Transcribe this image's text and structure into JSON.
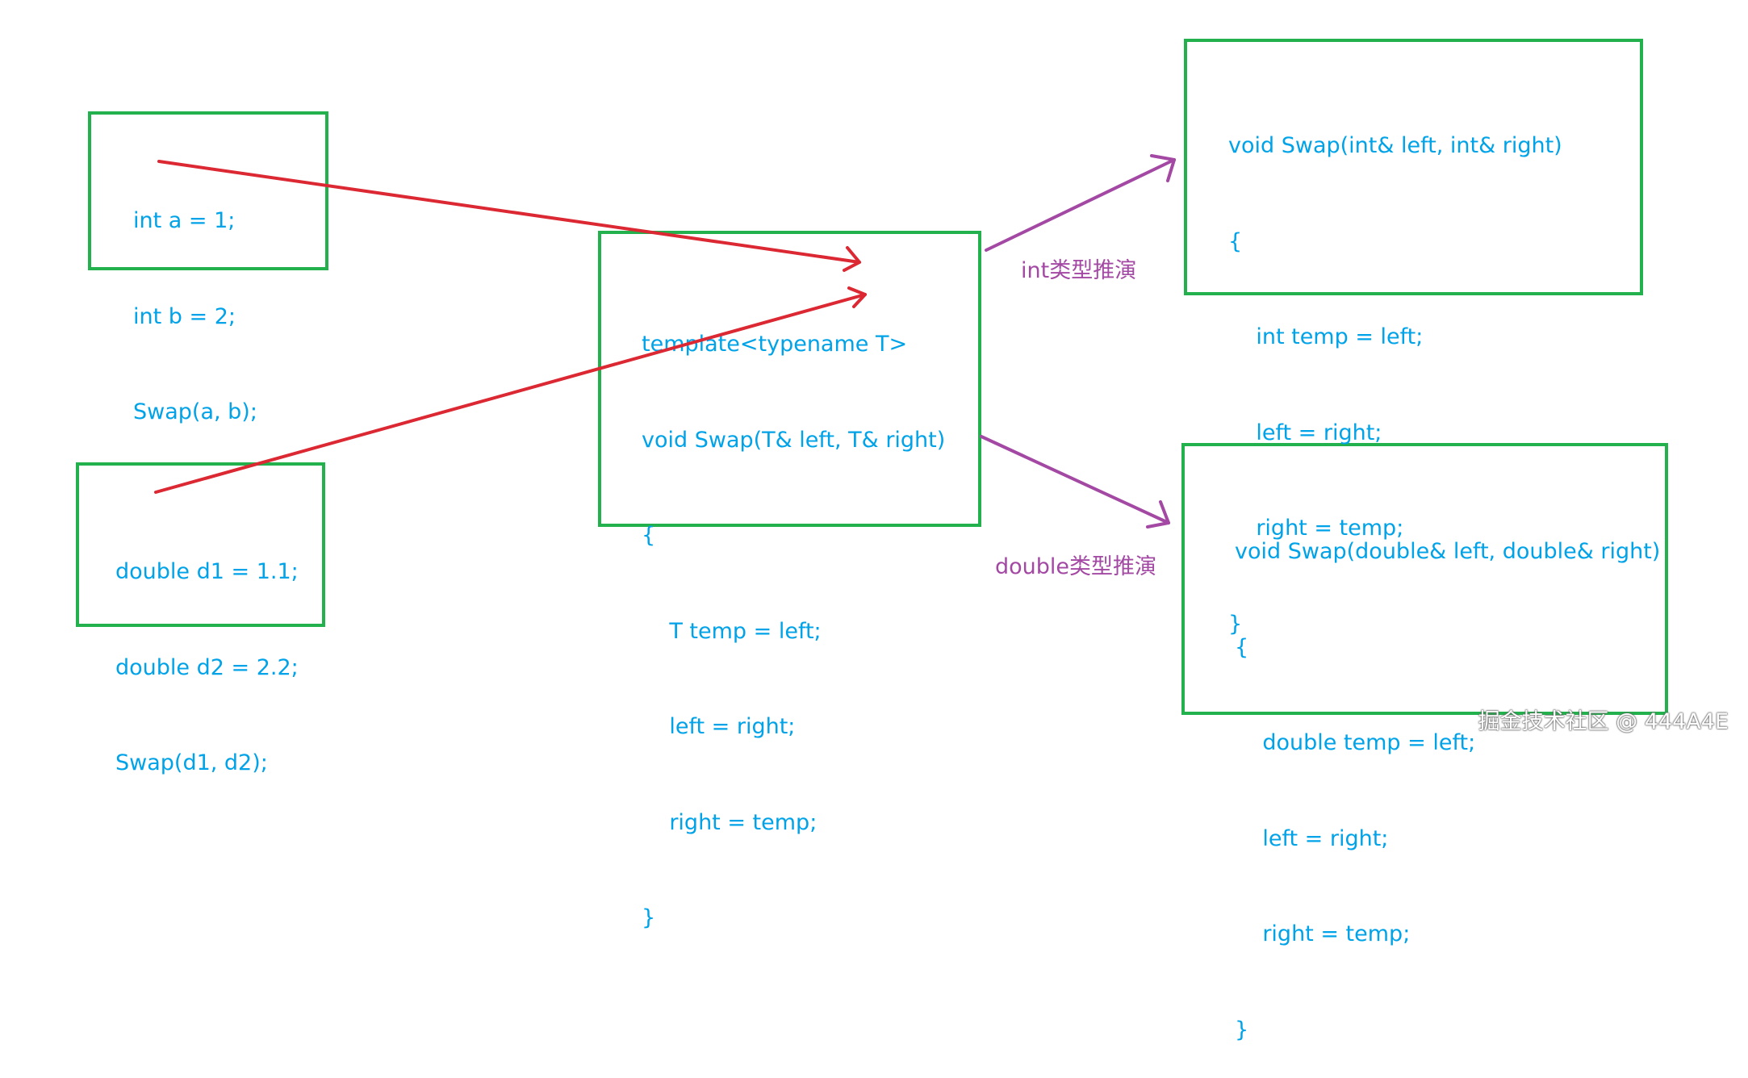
{
  "colors": {
    "box_border": "#22b14c",
    "code_text": "#00a2e8",
    "deduction_arrow": "#a349a4",
    "call_arrow": "#dc2832",
    "label_text": "#a349a4"
  },
  "call_int": {
    "lines": [
      "int a = 1;",
      "int b = 2;",
      "Swap(a, b);"
    ]
  },
  "call_double": {
    "lines": [
      "double d1 = 1.1;",
      "double d2 = 2.2;",
      "Swap(d1, d2);"
    ]
  },
  "template": {
    "lines": [
      "template<typename T>",
      "void Swap(T& left, T& right)",
      "{",
      "    T temp = left;",
      "    left = right;",
      "    right = temp;",
      "}"
    ]
  },
  "int_instance": {
    "lines": [
      "void Swap(int& left, int& right)",
      "{",
      "    int temp = left;",
      "    left = right;",
      "    right = temp;",
      "}"
    ]
  },
  "double_instance": {
    "lines": [
      "void Swap(double& left, double& right)",
      "{",
      "    double temp = left;",
      "    left = right;",
      "    right = temp;",
      "}"
    ]
  },
  "labels": {
    "int_deduction": "int类型推演",
    "double_deduction": "double类型推演"
  },
  "watermark": "掘金技术社区 @ 444A4E"
}
